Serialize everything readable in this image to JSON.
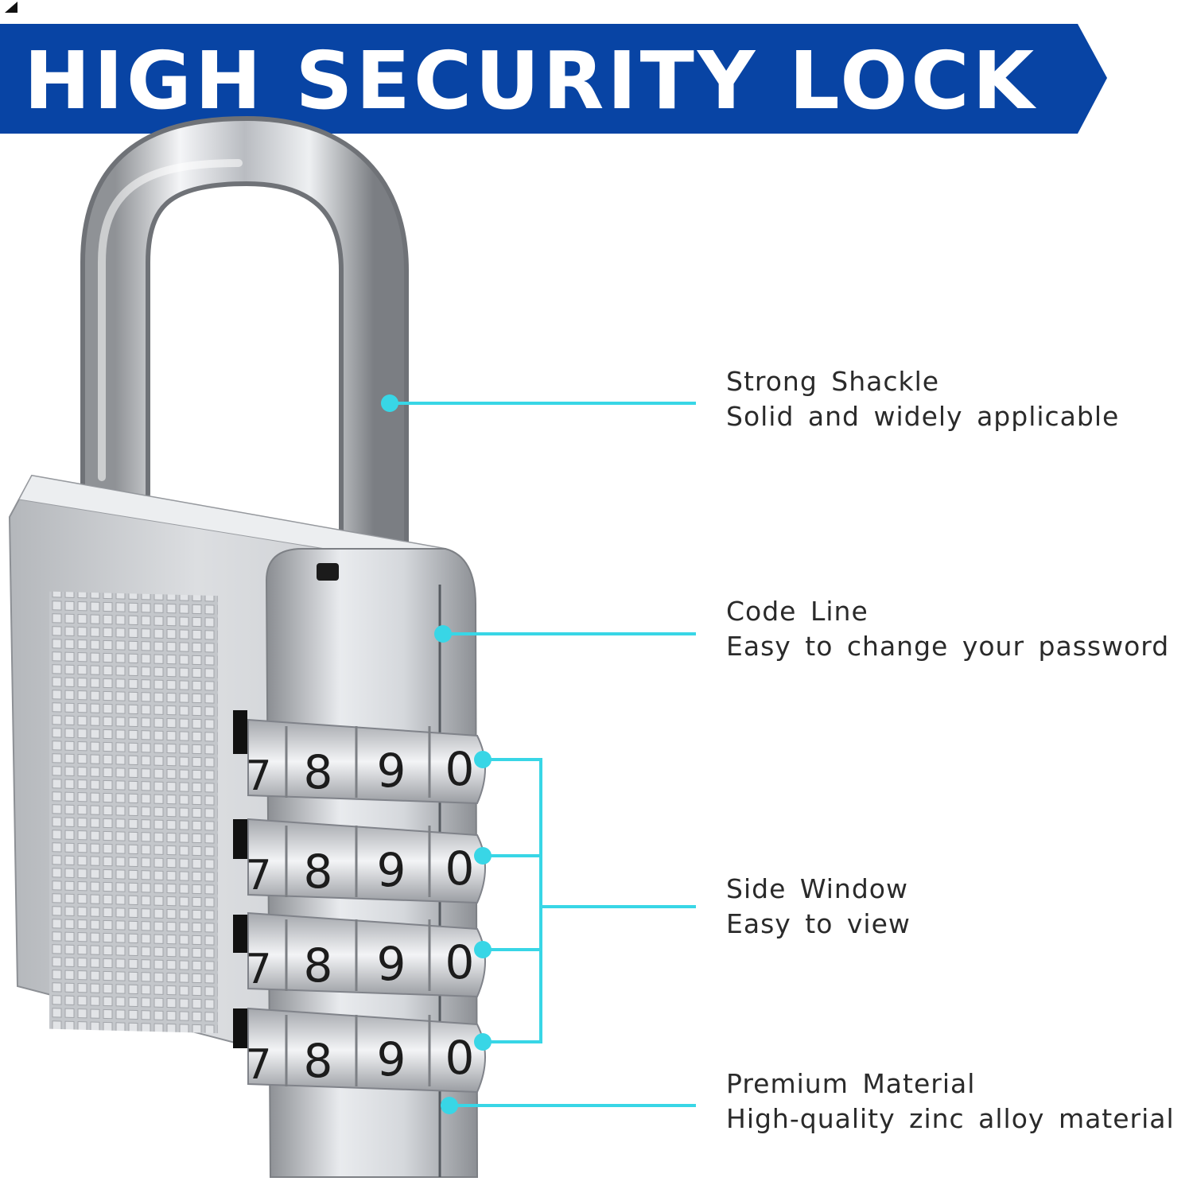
{
  "banner": {
    "title": "HIGH SECURITY LOCK",
    "color": "#0844a4"
  },
  "accent_color": "#38d6e6",
  "lock": {
    "dials": [
      {
        "digits": [
          "7",
          "8",
          "9",
          "0"
        ]
      },
      {
        "digits": [
          "7",
          "8",
          "9",
          "0"
        ]
      },
      {
        "digits": [
          "7",
          "8",
          "9",
          "0"
        ]
      },
      {
        "digits": [
          "7",
          "8",
          "9",
          "0"
        ]
      }
    ]
  },
  "features": [
    {
      "title": "Strong  Shackle",
      "description": "Solid  and  widely  applicable"
    },
    {
      "title": "Code Line",
      "description": "Easy to change your password"
    },
    {
      "title": "Side  Window",
      "description": "Easy  to  view"
    },
    {
      "title": "Premium Material",
      "description": "High-quality zinc alloy material"
    }
  ]
}
